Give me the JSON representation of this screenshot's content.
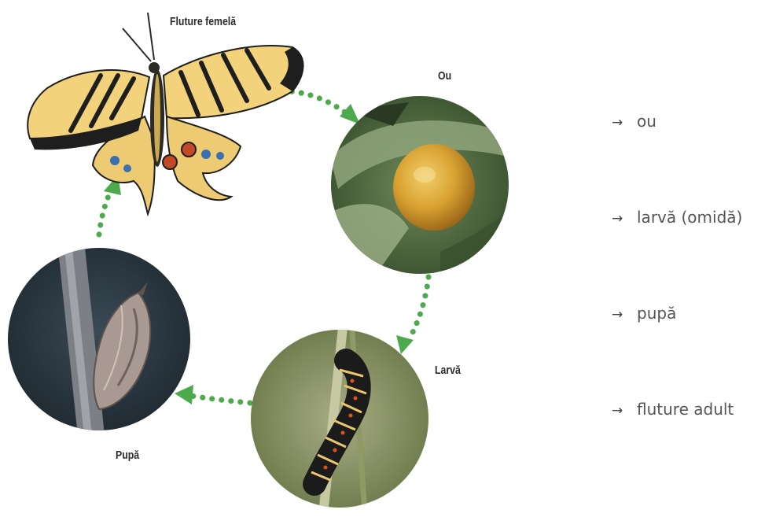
{
  "diagram": {
    "stage_labels": {
      "butterfly": "Fluture femelă",
      "egg": "Ou",
      "larva": "Larvă",
      "pupa": "Pupă"
    },
    "arrow_color": "#4caa4c"
  },
  "stage_list": {
    "arrow_glyph": "→",
    "items": [
      "ou",
      "larvă (omidă)",
      "pupă",
      "fluture adult"
    ]
  }
}
